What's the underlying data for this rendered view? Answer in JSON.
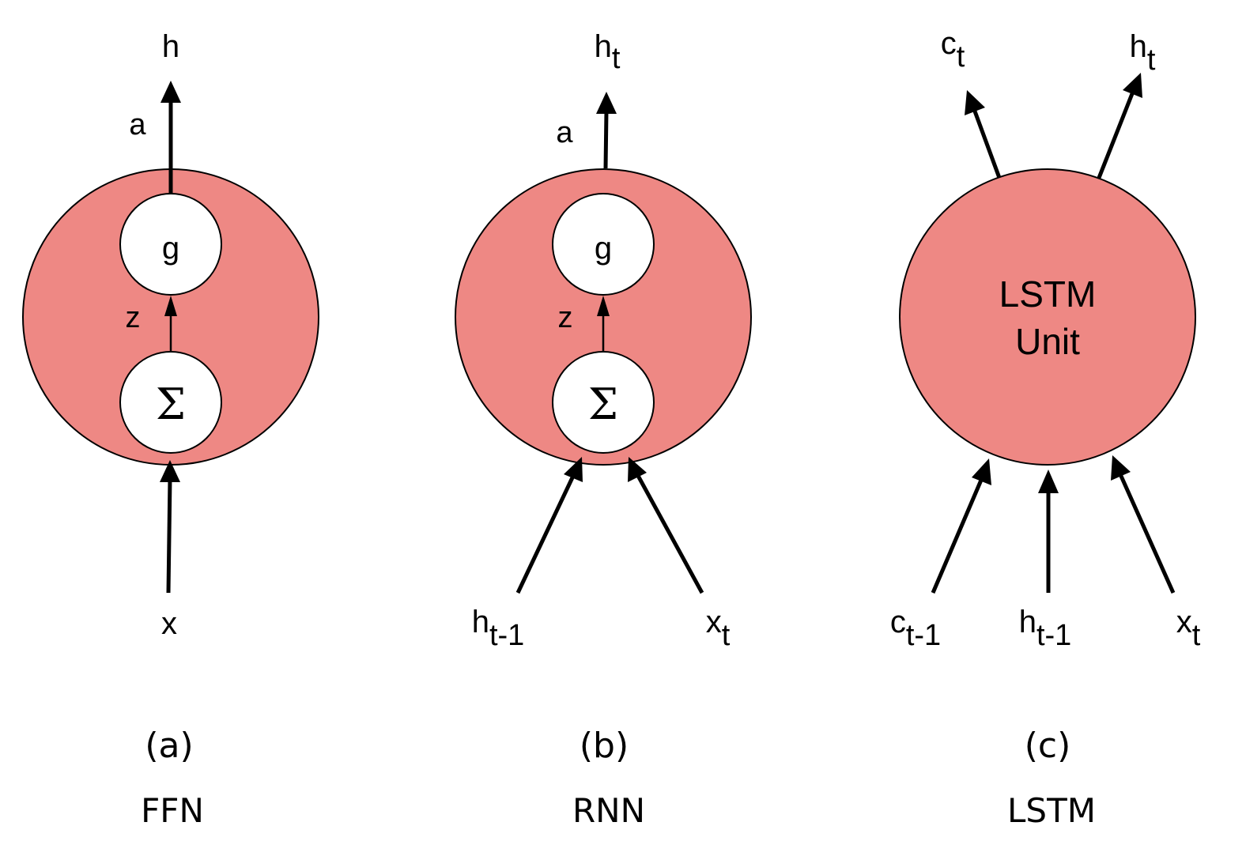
{
  "colors": {
    "unit_fill": "#ee8884",
    "stroke": "#000000",
    "inner_fill": "#ffffff"
  },
  "panels": [
    {
      "id": "a",
      "label": "(a)",
      "name": "FFN",
      "output_label": "h",
      "activation_label": "a",
      "sum_label": "z",
      "g_label": "g",
      "sigma": "Σ",
      "input_label": "x"
    },
    {
      "id": "b",
      "label": "(b)",
      "name": "RNN",
      "output_base": "h",
      "output_sub": "t",
      "activation_label": "a",
      "sum_label": "z",
      "g_label": "g",
      "sigma": "Σ",
      "input1_base": "h",
      "input1_sub": "t-1",
      "input2_base": "x",
      "input2_sub": "t"
    },
    {
      "id": "c",
      "label": "(c)",
      "name": "LSTM",
      "unit_line1": "LSTM",
      "unit_line2": "Unit",
      "output1_base": "c",
      "output1_sub": "t",
      "output2_base": "h",
      "output2_sub": "t",
      "input1_base": "c",
      "input1_sub": "t-1",
      "input2_base": "h",
      "input2_sub": "t-1",
      "input3_base": "x",
      "input3_sub": "t"
    }
  ]
}
